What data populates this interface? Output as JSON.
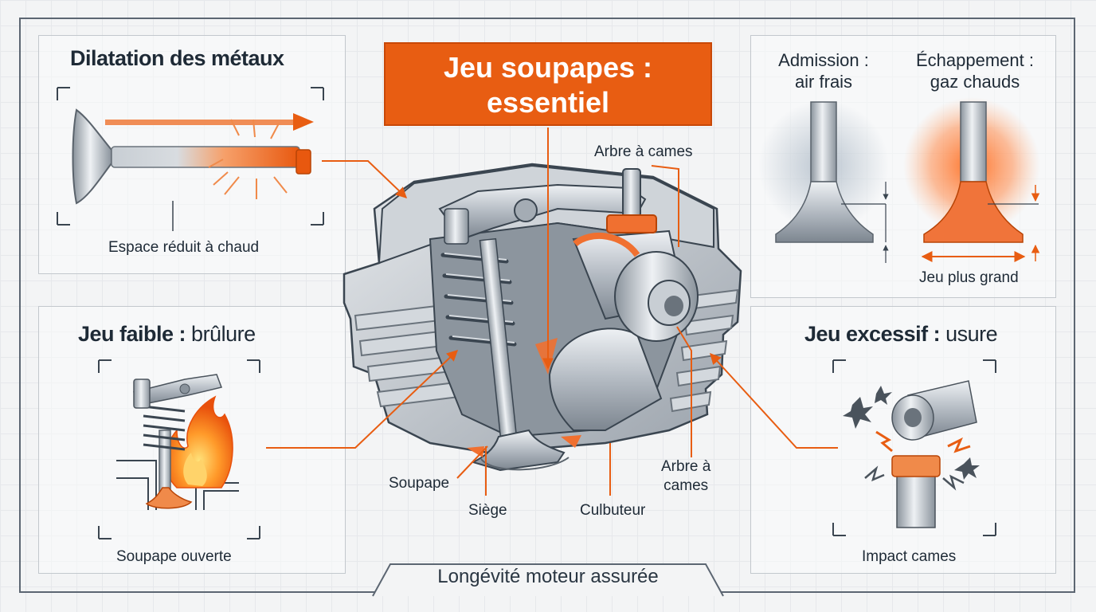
{
  "title": {
    "line1": "Jeu soupapes :",
    "line2": "essentiel"
  },
  "panels": {
    "dilatation": {
      "heading": "Dilatation des métaux",
      "caption": "Espace réduit à chaud"
    },
    "jeu_faible": {
      "heading_bold": "Jeu faible :",
      "heading_light": " brûlure",
      "caption": "Soupape ouverte"
    },
    "admission_echappement": {
      "admission_line1": "Admission :",
      "admission_line2": "air frais",
      "echappement_line1": "Échappement :",
      "echappement_line2": "gaz chauds",
      "caption": "Jeu plus grand"
    },
    "jeu_excessif": {
      "heading_bold": "Jeu excessif :",
      "heading_light": " usure",
      "caption": "Impact cames"
    }
  },
  "engine_labels": {
    "arbre_a_cames_top": "Arbre à cames",
    "arbre_a_cames_right_line1": "Arbre à",
    "arbre_a_cames_right_line2": "cames",
    "soupape": "Soupape",
    "siege": "Siège",
    "culbuteur": "Culbuteur"
  },
  "footer": "Longévité moteur assurée",
  "colors": {
    "accent": "#e85d12",
    "steel": "#b8bfc6",
    "ink": "#1e2a36",
    "panel_border": "#c3c8cd"
  }
}
